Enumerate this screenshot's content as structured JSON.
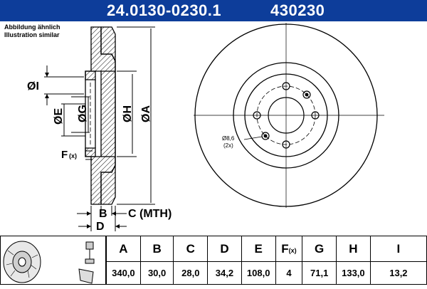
{
  "header": {
    "part_number": "24.0130-0230.1",
    "reference": "430230"
  },
  "note": {
    "line1": "Abbildung ähnlich",
    "line2": "Illustration similar"
  },
  "drawing": {
    "label_I": "ØI",
    "label_E": "ØE",
    "label_G": "ØG",
    "label_H": "ØH",
    "label_A": "ØA",
    "label_F": "F",
    "label_F_sub": "(x)",
    "label_B": "B",
    "label_C": "C (MTH)",
    "label_D": "D",
    "hole_diameter": "Ø8,6",
    "hole_count": "(2x)"
  },
  "specs": {
    "headers": [
      "A",
      "B",
      "C",
      "D",
      "E",
      "F",
      "G",
      "H",
      "I"
    ],
    "f_sub": "(x)",
    "values": [
      "340,0",
      "30,0",
      "28,0",
      "34,2",
      "108,0",
      "4",
      "71,1",
      "133,0",
      "13,2"
    ]
  },
  "colors": {
    "header_bg": "#0d3d9a",
    "header_text": "#ffffff"
  }
}
